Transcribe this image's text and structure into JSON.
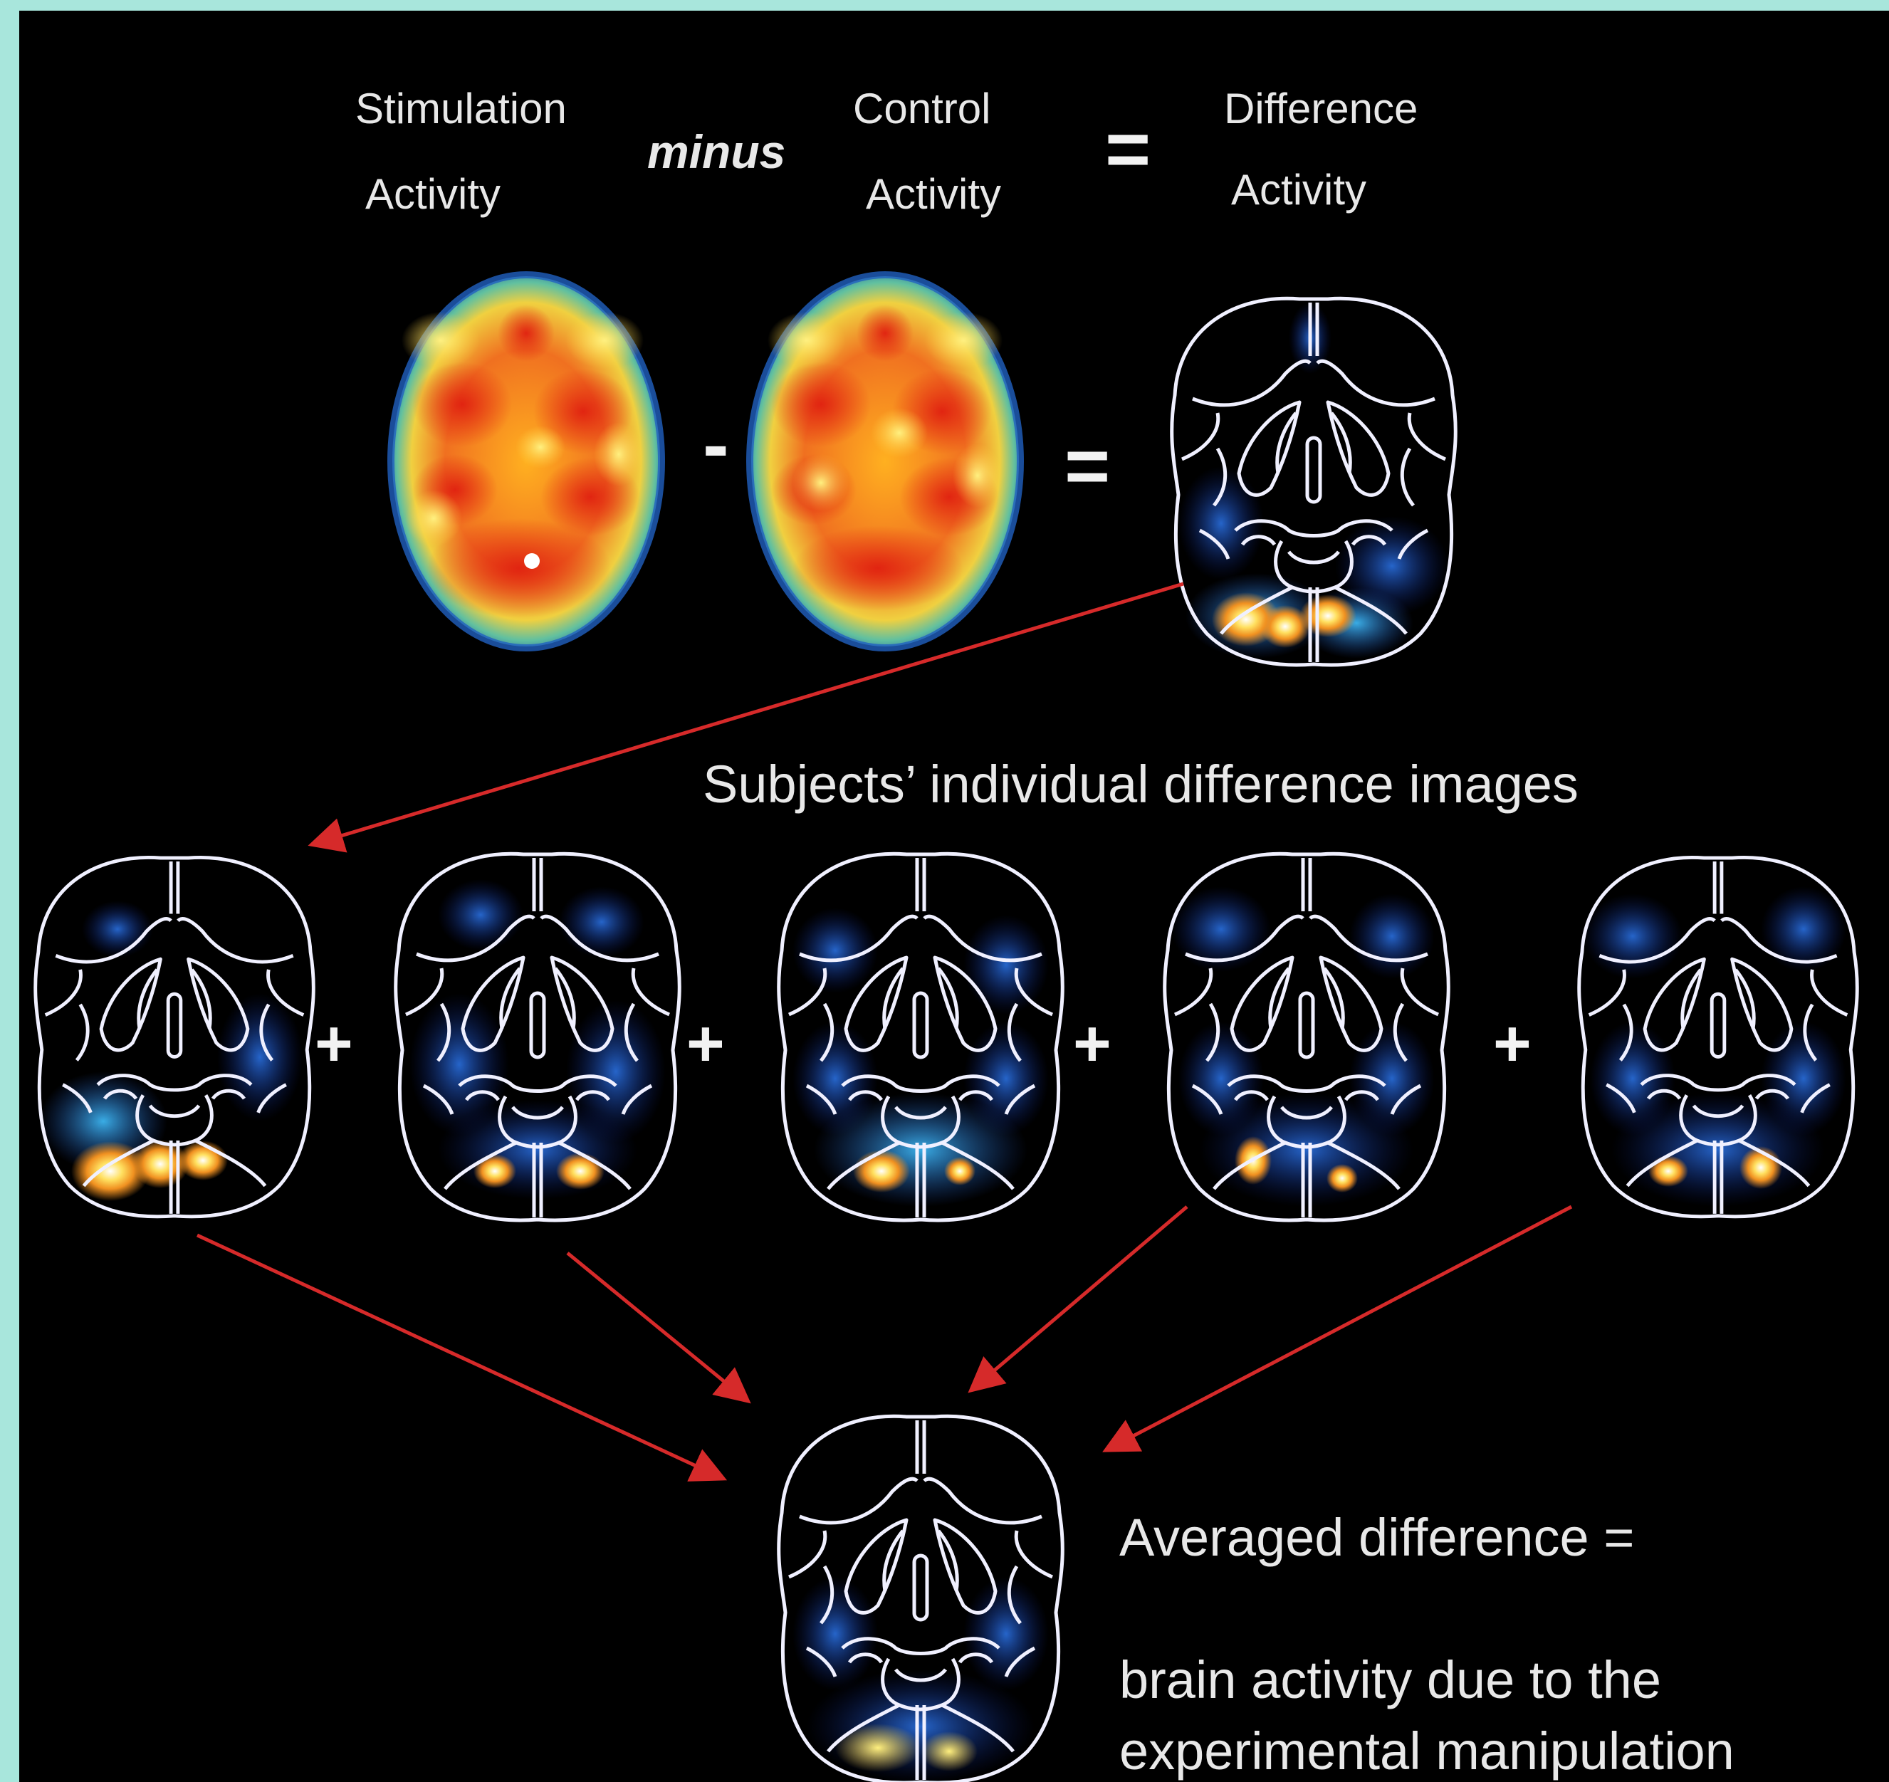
{
  "colors": {
    "background": "#000000",
    "frame": "#a8e6dc",
    "arrow": "#d62a2a",
    "outline": "#f0f0ff",
    "text": "#e8e8e8"
  },
  "header": {
    "stimulation_line1": "Stimulation",
    "stimulation_line2": "Activity",
    "minus_word": "minus",
    "control_line1": "Control",
    "control_line2": "Activity",
    "equals_word": "=",
    "difference_line1": "Difference",
    "difference_line2": "Activity"
  },
  "operators": {
    "minus": "-",
    "equals": "=",
    "plus": "+"
  },
  "subjects_caption": "Subjects’ individual difference images",
  "result": {
    "line1": "Averaged difference =",
    "line2": "brain activity due to the",
    "line3": "experimental manipulation"
  },
  "images": {
    "pet_scans": [
      "stimulation-scan",
      "control-scan"
    ],
    "difference_scan": "difference-scan",
    "subject_scans": [
      "subject-1",
      "subject-2",
      "subject-3",
      "subject-4",
      "subject-5"
    ],
    "average_scan": "averaged-scan"
  }
}
